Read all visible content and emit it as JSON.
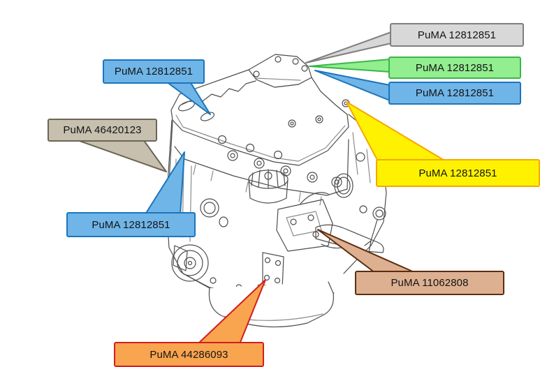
{
  "diagram": {
    "type": "engine-part-callout-diagram",
    "background_color": "#ffffff",
    "line_art_color": "#4d4d4d"
  },
  "callouts": [
    {
      "label": "PuMA 12812851",
      "fill": "#6FB5E8",
      "border": "#1B75BC",
      "position": "top-left"
    },
    {
      "label": "PuMA 12812851",
      "fill": "#D8D8D8",
      "border": "#7F7F7F",
      "position": "top-right-1"
    },
    {
      "label": "PuMA 12812851",
      "fill": "#92EE8F",
      "border": "#3CB54A",
      "position": "top-right-2"
    },
    {
      "label": "PuMA 12812851",
      "fill": "#6FB5E8",
      "border": "#1B75BC",
      "position": "top-right-3"
    },
    {
      "label": "PuMA 46420123",
      "fill": "#C7C0AF",
      "border": "#6C6656",
      "position": "mid-left-upper"
    },
    {
      "label": "PuMA 12812851",
      "fill": "#6FB5E8",
      "border": "#1B75BC",
      "position": "mid-left-lower"
    },
    {
      "label": "PuMA 12812851",
      "fill": "#FFF200",
      "border": "#F5A800",
      "position": "mid-right"
    },
    {
      "label": "PuMA 11062808",
      "fill": "#DDB091",
      "border": "#5D2D0E",
      "position": "bottom-right"
    },
    {
      "label": "PuMA 44286093",
      "fill": "#F9A44F",
      "border": "#D01F1F",
      "position": "bottom-center"
    }
  ]
}
